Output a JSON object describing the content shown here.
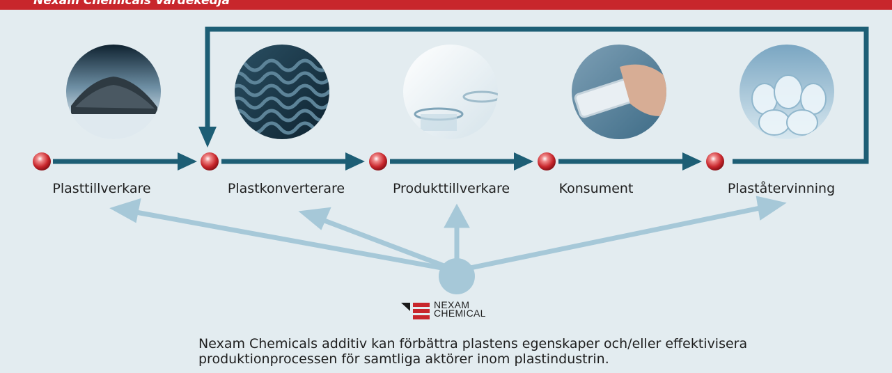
{
  "header": {
    "title": "Nexam Chemicals Värdekedja"
  },
  "colors": {
    "header_bg": "#c8262c",
    "background": "#e3ecf0",
    "flow_arrow": "#1d5e75",
    "influence_arrow": "#a6c8d8",
    "node": "#c8262c"
  },
  "stages": [
    {
      "label": "Plasttillverkare",
      "image": "plastic-granules"
    },
    {
      "label": "Plastkonverterare",
      "image": "corrugated-plastic-sheet"
    },
    {
      "label": "Produkttillverkare",
      "image": "lab-glassware"
    },
    {
      "label": "Konsument",
      "image": "hand-with-smartphone"
    },
    {
      "label": "Plaståtervinning",
      "image": "crushed-plastic-bottles"
    }
  ],
  "logo": {
    "line1": "NEXAM",
    "line2": "CHEMICAL"
  },
  "caption": {
    "line1": "Nexam Chemicals additiv kan förbättra plastens egenskaper och/eller effektivisera",
    "line2": "produktionprocessen för samtliga aktörer inom plastindustrin."
  }
}
